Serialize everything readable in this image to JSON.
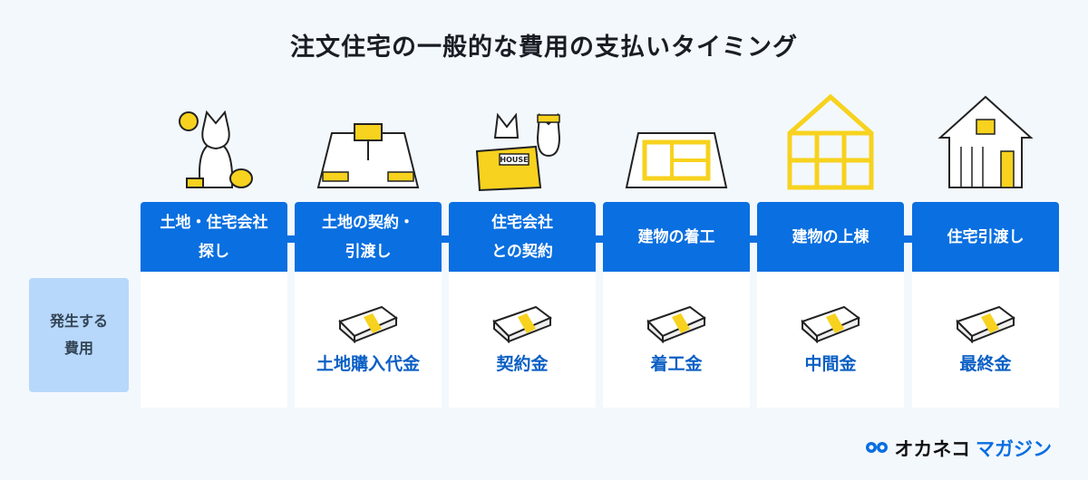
{
  "title": "注文住宅の一般的な費用の支払いタイミング",
  "row_label": "発生する\n費用",
  "steps": [
    {
      "label": "土地・住宅会社\n探し",
      "cost": ""
    },
    {
      "label": "土地の契約・\n引渡し",
      "cost": "土地購入代金"
    },
    {
      "label": "住宅会社\nとの契約",
      "cost": "契約金"
    },
    {
      "label": "建物の着工",
      "cost": "着工金"
    },
    {
      "label": "建物の上棟",
      "cost": "中間金"
    },
    {
      "label": "住宅引渡し",
      "cost": "最終金"
    }
  ],
  "box_text": "HOUSE",
  "logo": {
    "part1": "オカネコ",
    "part2": "マガジン"
  },
  "colors": {
    "header": "#0a6fe0",
    "label_bg": "#b7d8fb",
    "accent": "#f7d21e"
  }
}
